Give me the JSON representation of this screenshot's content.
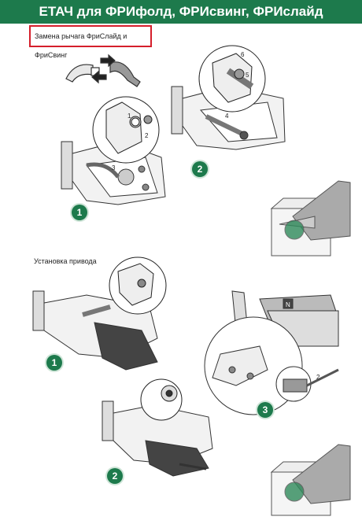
{
  "header": {
    "title": "ЕТАЧ для ФРИфолд, ФРИсвинг, ФРИслайд"
  },
  "section1": {
    "label": "Замена рычага ФриСлайд и ФриСвинг"
  },
  "section2": {
    "label": "Установка привода"
  },
  "steps": {
    "s1": "1",
    "s2": "2",
    "s3": "1",
    "s4": "3",
    "s5": "2"
  }
}
